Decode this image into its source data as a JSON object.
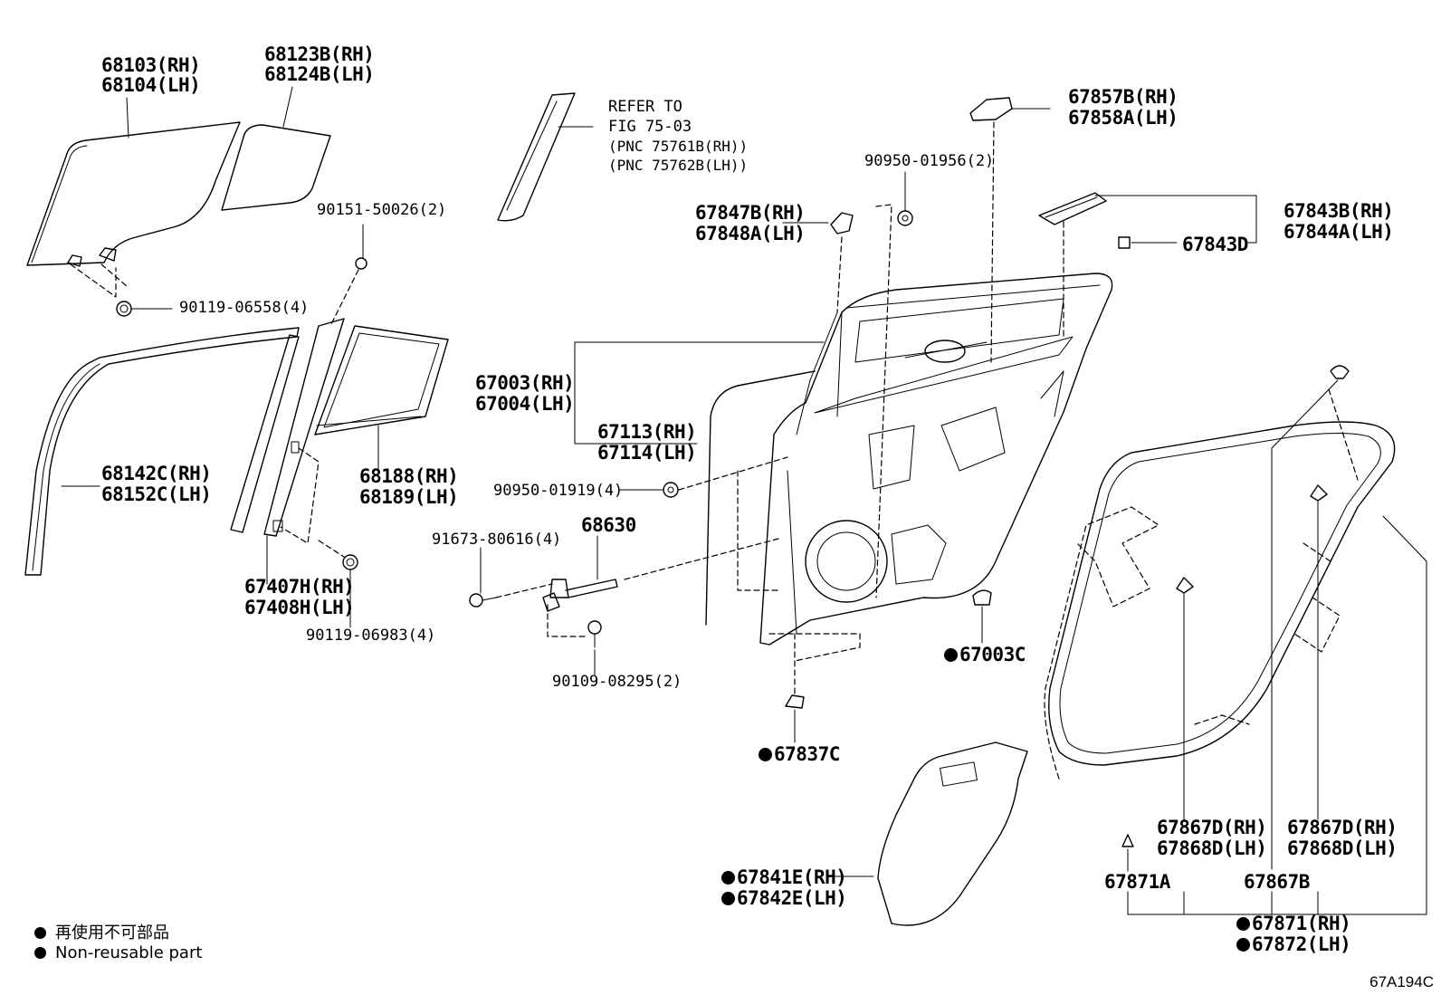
{
  "labels": {
    "p68103": "68103(RH)",
    "p68104": "68104(LH)",
    "p68123": "68123B(RH)",
    "p68124": "68124B(LH)",
    "refer1": "REFER TO",
    "refer2": "FIG 75-03",
    "refer3": "(PNC 75761B(RH))",
    "refer4": "(PNC 75762B(LH))",
    "p67857": "67857B(RH)",
    "p67858": "67858A(LH)",
    "p90950_01956": "90950-01956(2)",
    "p67847": "67847B(RH)",
    "p67848": "67848A(LH)",
    "p67843b": "67843B(RH)",
    "p67844": "67844A(LH)",
    "p67843d": "67843D",
    "p90151": "90151-50026(2)",
    "p90119_06558": "90119-06558(4)",
    "p67003": "67003(RH)",
    "p67004": "67004(LH)",
    "p67113": "67113(RH)",
    "p67114": "67114(LH)",
    "p68142": "68142C(RH)",
    "p68152": "68152C(LH)",
    "p68188": "68188(RH)",
    "p68189": "68189(LH)",
    "p90950_01919": "90950-01919(4)",
    "p91673": "91673-80616(4)",
    "p68630": "68630",
    "p67407": "67407H(RH)",
    "p67408": "67408H(LH)",
    "p90119_06983": "90119-06983(4)",
    "p90109": "90109-08295(2)",
    "p67003c": "67003C",
    "p67837c": "67837C",
    "p67841": "67841E(RH)",
    "p67842": "67842E(LH)",
    "p67867d_a": "67867D(RH)",
    "p67868d_a": "67868D(LH)",
    "p67867d_b": "67867D(RH)",
    "p67868d_b": "67868D(LH)",
    "p67871a": "67871A",
    "p67867b": "67867B",
    "p67871": "67871(RH)",
    "p67872": "67872(LH)"
  },
  "legend": {
    "jp": "再使用不可部品",
    "en": "Non-reusable part"
  },
  "figure_code": "67A194C"
}
